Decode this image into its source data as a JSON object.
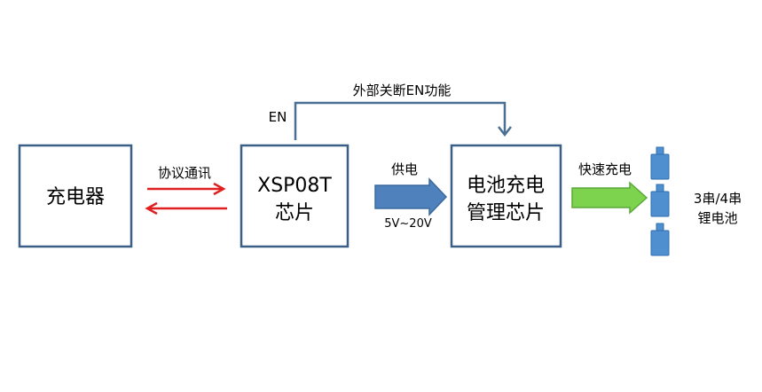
{
  "colors": {
    "box_border": "#3a5f86",
    "red_arrow": "#e02020",
    "blue_arrow": "#4f81bd",
    "blue_arrow_border": "#3a6a9e",
    "green_arrow": "#7ed34e",
    "green_arrow_border": "#5aa83a",
    "en_line": "#4a6f94",
    "battery_fill": "#4f8fd0",
    "battery_border": "#2f6fb0"
  },
  "charger": {
    "label": "充电器"
  },
  "protocol": {
    "label": "协议通讯"
  },
  "xsp": {
    "line1": "XSP08T",
    "line2": "芯片"
  },
  "en_path": {
    "en_label": "EN",
    "top_label": "外部关断EN功能"
  },
  "supply": {
    "label": "供电",
    "voltage": "5V~20V"
  },
  "mgmt": {
    "line1": "电池充电",
    "line2": "管理芯片"
  },
  "fast_charge": {
    "label": "快速充电"
  },
  "battery": {
    "line1": "3串/4串",
    "line2": "锂电池"
  }
}
